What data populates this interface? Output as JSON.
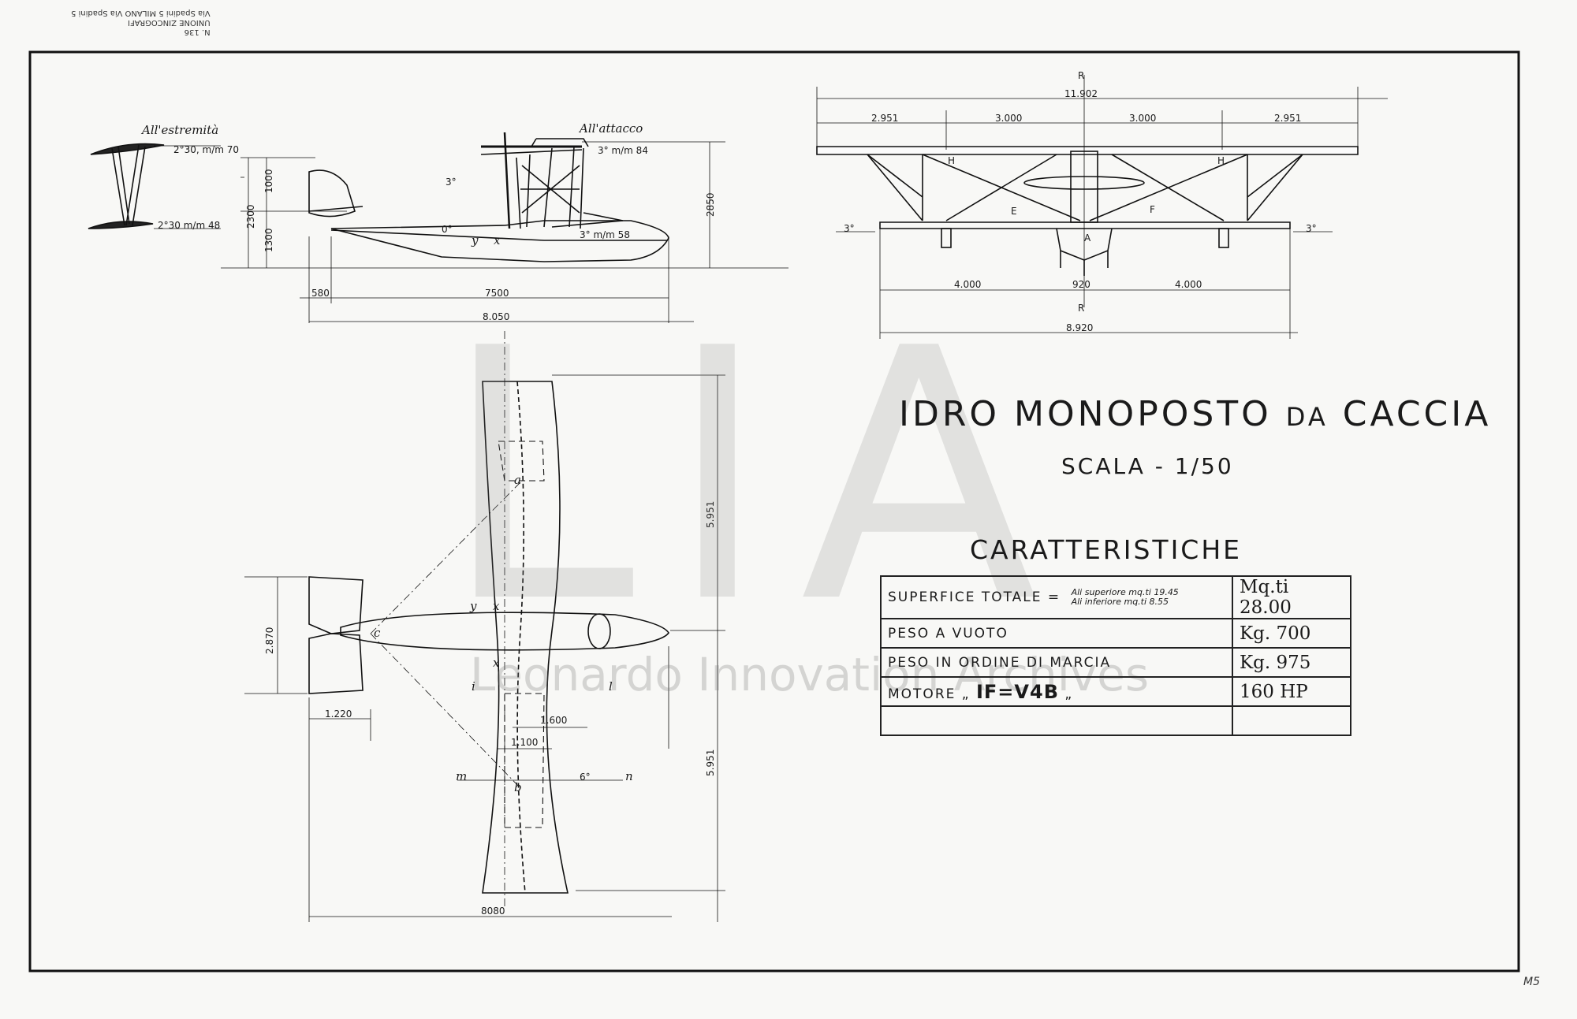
{
  "stamp": {
    "line1": "UNIONE ZINCOGRAFI",
    "line2": "Via Spadini 5 MILANO Via Spadini 5",
    "number": "N. 136"
  },
  "sheet_number": "M5",
  "title": {
    "main_part1": "IDRO MONOPOSTO",
    "main_small": "DA",
    "main_part2": "CACCIA",
    "scale": "SCALA - 1/50"
  },
  "specs": {
    "heading": "CARATTERISTICHE",
    "rows": [
      {
        "label": "SUPERFICE TOTALE =",
        "sub1": "Ali superiore mq.ti 19.45",
        "sub2": "Ali inferiore mq.ti 8.55",
        "value": "Mq.ti 28.00"
      },
      {
        "label": "PESO A VUOTO",
        "value": "Kg. 700"
      },
      {
        "label": "PESO IN ORDINE DI MARCIA",
        "value": "Kg. 975"
      },
      {
        "label": "MOTORE „",
        "label_big": "IF=V4B",
        "label_end": "„",
        "value": "160 HP"
      },
      {
        "label": "",
        "value": ""
      }
    ]
  },
  "section_view": {
    "label_tip": "All'estremità",
    "label_root": "All'attacco",
    "angle_tip_top": "2°30, m/m 70",
    "angle_tip_bottom": "2°30 m/m 48"
  },
  "side_view": {
    "dims": [
      "2300",
      "1000",
      "1300",
      "2850",
      "580",
      "7500",
      "8.050"
    ],
    "angles": [
      "3°",
      "3° m/m 84",
      "3° m/m 58",
      "0°"
    ],
    "letters": [
      "y",
      "x"
    ]
  },
  "front_view": {
    "dims_top": [
      "11.902",
      "2.951",
      "3.000",
      "3.000",
      "2.951"
    ],
    "dims_bottom": [
      "4.000",
      "920",
      "4.000",
      "8.920"
    ],
    "letters": [
      "R",
      "R",
      "H",
      "H",
      "E",
      "F",
      "A"
    ],
    "angles": [
      "3°",
      "3°"
    ]
  },
  "plan_view": {
    "dims": [
      "5.951",
      "5.951",
      "2.870",
      "1.220",
      "1.600",
      "1.100",
      "8080"
    ],
    "letters": [
      "a",
      "b",
      "c",
      "i",
      "l",
      "m",
      "n",
      "y",
      "x",
      "x"
    ],
    "angle": "6°"
  },
  "watermark": {
    "letters": "LIA",
    "text": "Leonardo Innovation Archives"
  }
}
